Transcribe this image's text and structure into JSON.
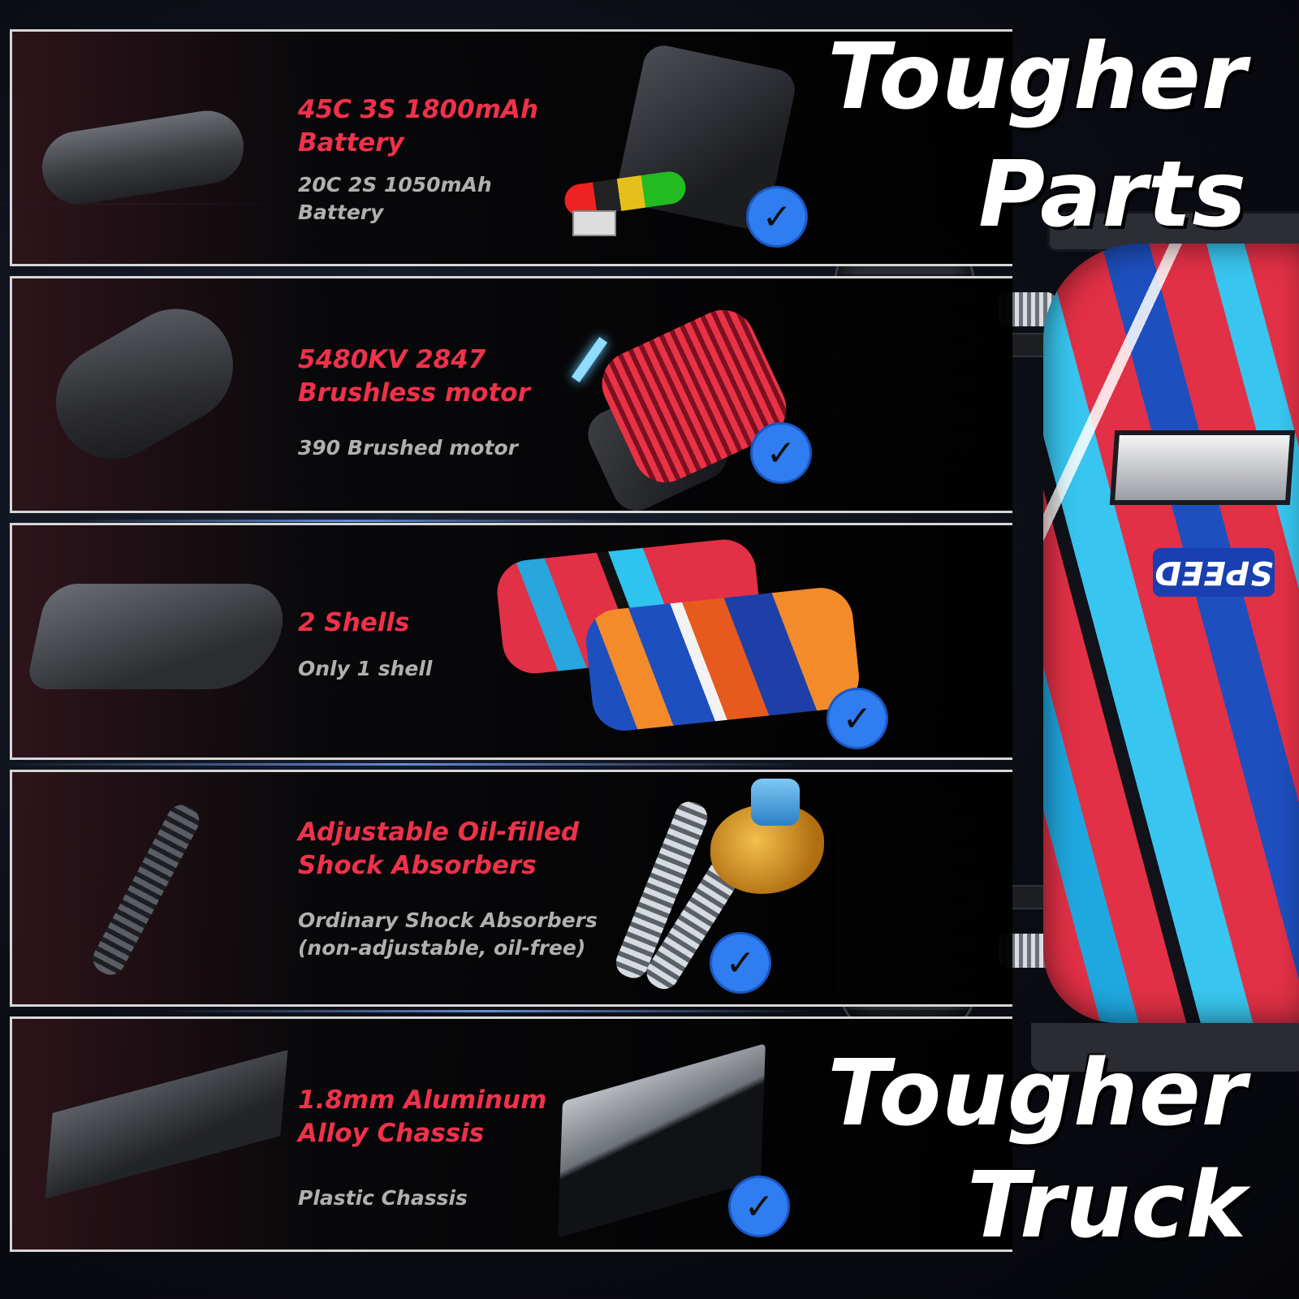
{
  "headings": {
    "top_line1": "Tougher",
    "top_line2": "Parts",
    "bottom_line1": "Tougher",
    "bottom_line2": "Truck"
  },
  "truck": {
    "logo": "SPEED",
    "body_colors": [
      "#e23046",
      "#38c6f0",
      "#1e4fbf"
    ]
  },
  "accent": {
    "title_color": "#f0314a",
    "check_color": "#2f7df0"
  },
  "rows": [
    {
      "title": "45C 3S 1800mAh\nBattery",
      "subtitle": "20C 2S 1050mAh\nBattery",
      "check_icon": "check-circle-icon"
    },
    {
      "title": "5480KV 2847\nBrushless motor",
      "subtitle": "390 Brushed motor",
      "check_icon": "check-circle-icon"
    },
    {
      "title": "2 Shells",
      "subtitle": "Only 1 shell",
      "check_icon": "check-circle-icon"
    },
    {
      "title": "Adjustable Oil-filled\nShock Absorbers",
      "subtitle": "Ordinary Shock Absorbers\n(non-adjustable, oil-free)",
      "check_icon": "check-circle-icon"
    },
    {
      "title": "1.8mm Aluminum\nAlloy Chassis",
      "subtitle": "Plastic Chassis",
      "check_icon": "check-circle-icon"
    }
  ],
  "check_glyph": "✓"
}
